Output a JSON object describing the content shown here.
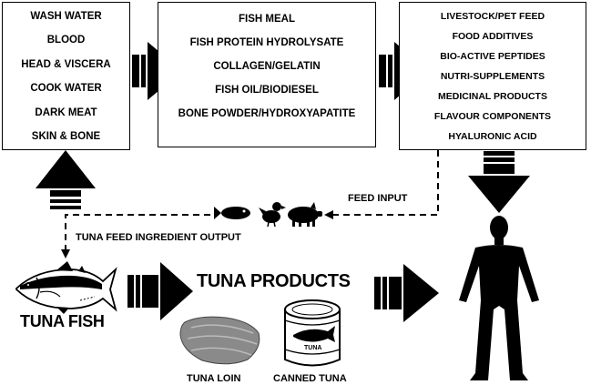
{
  "byproducts": {
    "items": [
      "WASH WATER",
      "BLOOD",
      "HEAD & VISCERA",
      "COOK WATER",
      "DARK MEAT",
      "SKIN & BONE"
    ]
  },
  "processed_products": {
    "items": [
      "FISH MEAL",
      "FISH PROTEIN HYDROLYSATE",
      "COLLAGEN/GELATIN",
      "FISH OIL/BIODIESEL",
      "BONE POWDER/HYDROXYAPATITE"
    ]
  },
  "applications": {
    "items": [
      "LIVESTOCK/PET FEED",
      "FOOD ADDITIVES",
      "BIO-ACTIVE PEPTIDES",
      "NUTRI-SUPPLEMENTS",
      "MEDICINAL PRODUCTS",
      "FLAVOUR COMPONENTS",
      "HYALURONIC ACID"
    ]
  },
  "labels": {
    "feed_input": "FEED INPUT",
    "feed_output": "TUNA FEED INGREDIENT OUTPUT",
    "tuna_products": "TUNA PRODUCTS",
    "tuna_fish": "TUNA FISH",
    "tuna_loin": "TUNA LOIN",
    "canned_tuna": "CANNED TUNA",
    "can_brand": "TUNA"
  },
  "icons": [
    "tuna-fish-icon",
    "small-fish-icon",
    "chicken-icon",
    "pig-icon",
    "tuna-loin-icon",
    "canned-tuna-icon",
    "human-figure-icon"
  ],
  "colors": {
    "ink": "#000000",
    "loin_gray": "#8a8a8a"
  }
}
